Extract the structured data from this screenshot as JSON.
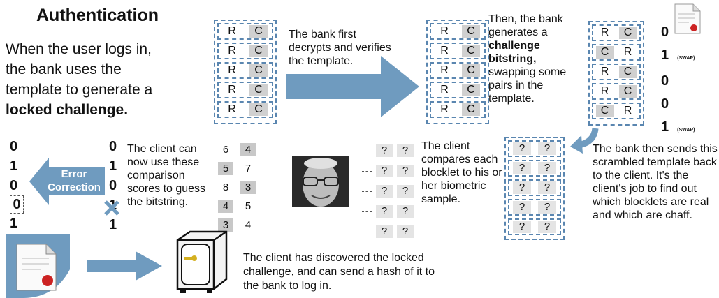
{
  "title": "Authentication",
  "intro": {
    "line1": "When the user logs in,",
    "line2": "the bank uses the",
    "line3": "template to generate a",
    "line4_bold": "locked challenge."
  },
  "step1_text": "The bank first decrypts and verifies the template.",
  "step2": {
    "part1": "Then, the bank generates a",
    "bold": "challenge bitstring,",
    "part2": "swapping some pairs in the template."
  },
  "template_rows": [
    [
      "R",
      "C"
    ],
    [
      "R",
      "C"
    ],
    [
      "R",
      "C"
    ],
    [
      "R",
      "C"
    ],
    [
      "R",
      "C"
    ]
  ],
  "swapped_rows": [
    [
      "R",
      "C"
    ],
    [
      "C",
      "R"
    ],
    [
      "R",
      "C"
    ],
    [
      "R",
      "C"
    ],
    [
      "C",
      "R"
    ]
  ],
  "challenge_bits": [
    "0",
    "1",
    "0",
    "0",
    "1"
  ],
  "swap_label": "(SWAP)",
  "step3_text": "The bank then sends this scrambled template back to the client. It's the client's job to find out which blocklets are real and which are chaff.",
  "step4_text": "The client compares each blocklet to his or her biometric sample.",
  "unknown_symbol": "?",
  "scores": [
    [
      "6",
      "4"
    ],
    [
      "5",
      "7"
    ],
    [
      "8",
      "3"
    ],
    [
      "4",
      "5"
    ],
    [
      "3",
      "4"
    ]
  ],
  "step5_text": "The client can now use these comparison scores to guess the bitstring.",
  "guessed_bits": [
    "0",
    "1",
    "0",
    "1",
    "1"
  ],
  "error_correction": {
    "line1": "Error",
    "line2": "Correction"
  },
  "corrected_bits": [
    "0",
    "1",
    "0",
    "0",
    "1"
  ],
  "step6_text": "The client has discovered the locked challenge, and can send a hash of it to the bank to log in.",
  "colors": {
    "arrow": "#6f9bbf",
    "dashed_border": "#5a86b0",
    "cell_gray": "#d0d0d0",
    "seal_red": "#cc2222"
  }
}
